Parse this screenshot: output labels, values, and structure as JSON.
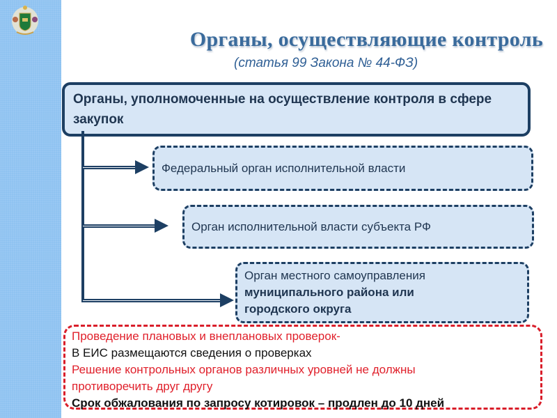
{
  "slide": {
    "emblem": {
      "icon": "coat-of-arms-icon"
    },
    "title": "Органы, осуществляющие контроль",
    "subtitle": "(статья 99 Закона № 44-ФЗ)",
    "main_box": "Органы, уполномоченные на осуществление контроля в сфере закупок",
    "branches": [
      {
        "lines": [
          "Федеральный орган исполнительной власти"
        ]
      },
      {
        "lines": [
          "Орган исполнительной власти субъекта РФ"
        ]
      },
      {
        "lines": [
          "Орган местного самоуправления",
          "муниципального района или",
          "городского округа"
        ]
      }
    ],
    "notes": [
      {
        "text": "Проведение плановых и внеплановых проверок-",
        "color": "#e0202b"
      },
      {
        "text": "В ЕИС размещаются сведения о проверках",
        "color": "#111111"
      },
      {
        "text": "Решение контрольных органов различных уровней не должны",
        "color": "#e0202b"
      },
      {
        "text": "противоречить друг другу",
        "color": "#e0202b"
      },
      {
        "text": "Срок обжалования по запросу котировок – продлен до 10 дней",
        "color": "#111111"
      }
    ],
    "colors": {
      "strip": "#8fc3f1",
      "title": "#3a6b9c",
      "box_border": "#1d3f63",
      "box_fill": "#d7e6f6",
      "red_accent": "#e0202b"
    }
  }
}
